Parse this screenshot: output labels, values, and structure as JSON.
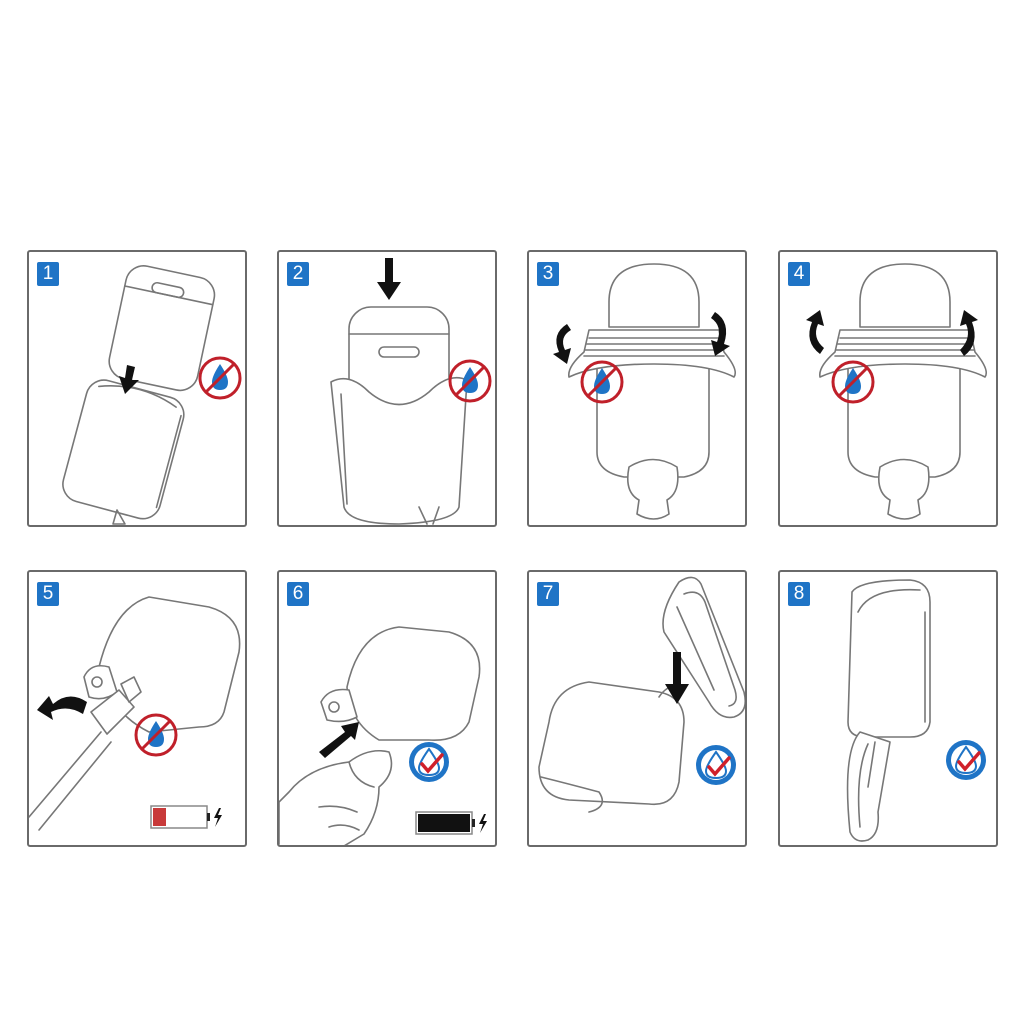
{
  "steps": [
    {
      "number": "1",
      "badge": "no-water"
    },
    {
      "number": "2",
      "badge": "no-water"
    },
    {
      "number": "3",
      "badge": "no-water"
    },
    {
      "number": "4",
      "badge": "no-water"
    },
    {
      "number": "5",
      "badge": "no-water",
      "battery_level": 0.25
    },
    {
      "number": "6",
      "badge": "waterproof-check",
      "battery_level": 1.0
    },
    {
      "number": "7",
      "badge": "waterproof-check"
    },
    {
      "number": "8",
      "badge": "waterproof-check"
    }
  ],
  "colors": {
    "step_badge": "#1f74c6",
    "prohibit": "#c0202a",
    "water": "#1f74c6",
    "check": "#d0202a",
    "battery_low": "#c83a3a",
    "battery_full": "#111111"
  }
}
